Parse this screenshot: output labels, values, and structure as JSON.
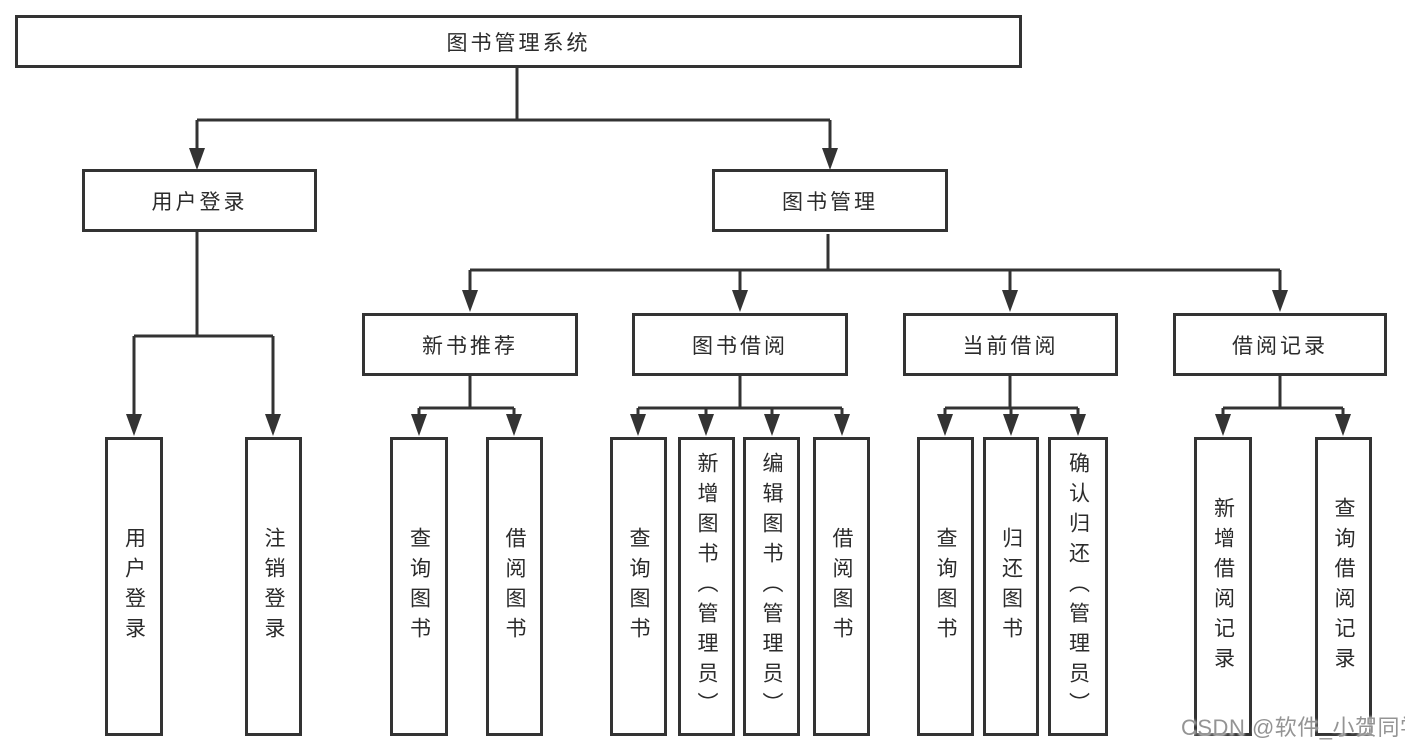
{
  "tree": {
    "label": "图书管理系统",
    "children": [
      {
        "label": "用户登录",
        "children": [
          {
            "label": "用户登录"
          },
          {
            "label": "注销登录"
          }
        ]
      },
      {
        "label": "图书管理",
        "children": [
          {
            "label": "新书推荐",
            "children": [
              {
                "label": "查询图书"
              },
              {
                "label": "借阅图书"
              }
            ]
          },
          {
            "label": "图书借阅",
            "children": [
              {
                "label": "查询图书"
              },
              {
                "label": "新增图书（管理员）"
              },
              {
                "label": "编辑图书（管理员）"
              },
              {
                "label": "借阅图书"
              }
            ]
          },
          {
            "label": "当前借阅",
            "children": [
              {
                "label": "查询图书"
              },
              {
                "label": "归还图书"
              },
              {
                "label": "确认归还（管理员）"
              }
            ]
          },
          {
            "label": "借阅记录",
            "children": [
              {
                "label": "新增借阅记录"
              },
              {
                "label": "查询借阅记录"
              }
            ]
          }
        ]
      }
    ]
  },
  "watermark": {
    "text": "CSDN @软件_小贺同学"
  },
  "colors": {
    "line": "#333333",
    "text": "#2b2b2b",
    "box_background": "#ffffff",
    "watermark": "#949494",
    "page_background": "#ffffff"
  }
}
